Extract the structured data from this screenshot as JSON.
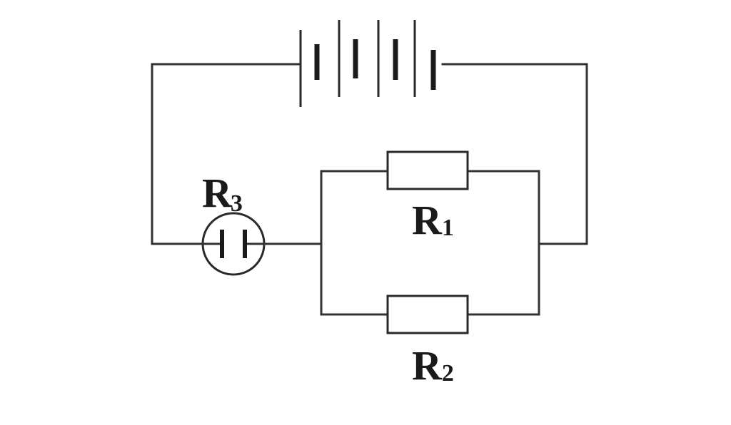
{
  "labels": {
    "r3": {
      "letter": "R",
      "sub": "3"
    },
    "r1": {
      "letter": "R",
      "sub": "1"
    },
    "r2": {
      "letter": "R",
      "sub": "2"
    }
  },
  "colors": {
    "wire": "#333333",
    "background": "#ffffff"
  }
}
